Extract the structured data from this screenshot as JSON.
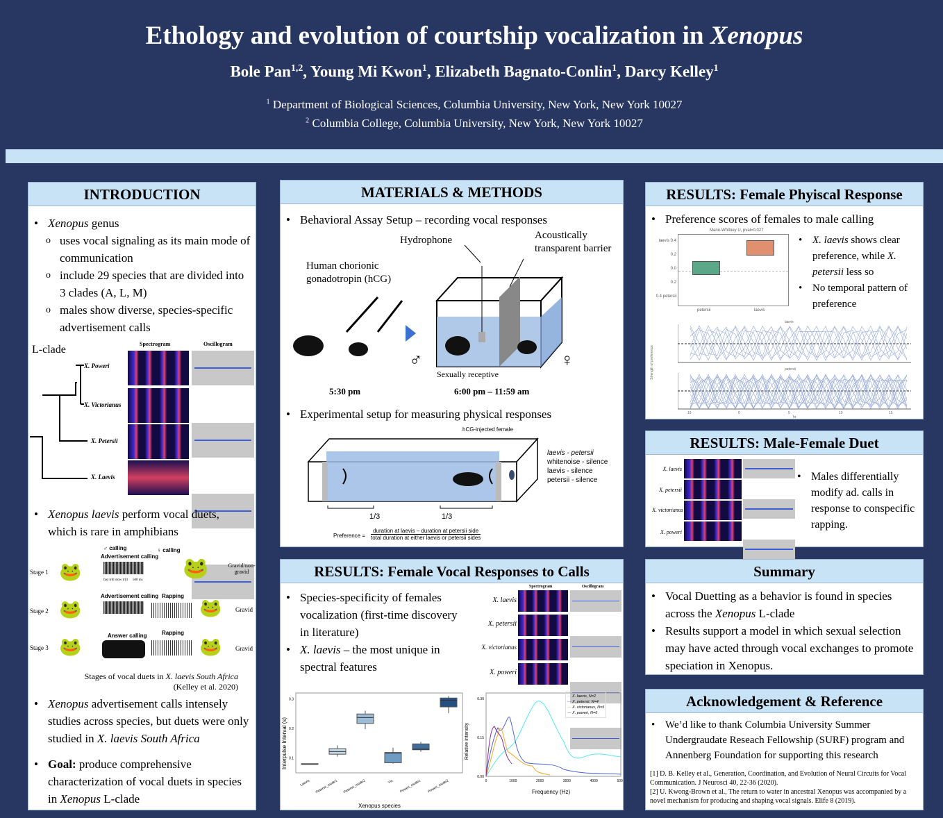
{
  "header": {
    "title_prefix": "Ethology and evolution of courtship vocalization in ",
    "title_italic": "Xenopus",
    "authors": [
      {
        "name": "Bole Pan",
        "sup": "1,2"
      },
      {
        "name": "Young Mi Kwon",
        "sup": "1"
      },
      {
        "name": "Elizabeth Bagnato-Conlin",
        "sup": "1"
      },
      {
        "name": "Darcy Kelley",
        "sup": "1"
      }
    ],
    "affiliations": [
      {
        "sup": "1",
        "text": "Department of Biological Sciences, Columbia University, New York, New York 10027"
      },
      {
        "sup": "2",
        "text": "Columbia College, Columbia University, New York, New York 10027"
      }
    ]
  },
  "intro": {
    "title": "INTRODUCTION",
    "b1_italic": "Xenopus",
    "b1_rest": " genus",
    "sub": [
      "uses vocal signaling as its main mode of communication",
      "include 29 species that are divided into 3 clades (A, L, M)",
      "males show diverse, species-specific advertisement calls"
    ],
    "fig1": {
      "clade": "L-clade",
      "col1": "Spectrogram",
      "col2": "Oscillogram",
      "species": [
        "X. Poweri",
        "X. Victorianus",
        "X. Petersii",
        "X. Laevis"
      ]
    },
    "b2_italic": "Xenopus laevis",
    "b2_rest": " perform vocal duets, which is rare in amphibians",
    "fig2": {
      "male_calling": "♂ calling",
      "female_calling": "♀ calling",
      "stages": [
        "Stage 1",
        "Stage 2",
        "Stage 3"
      ],
      "male_calls": [
        "Advertisement calling",
        "Advertisement calling",
        "Answer calling"
      ],
      "female_calls": [
        "",
        "Rapping",
        "Rapping"
      ],
      "female_state": [
        "Gravid/non-gravid",
        "Gravid",
        "Gravid"
      ],
      "trill_label": "fast trill  slow trill",
      "scale": "500 ms",
      "caption_prefix": "Stages of vocal duets in ",
      "caption_italic": "X. laevis South Africa",
      "caption_cite": "(Kelley et al. 2020)"
    },
    "b3_italic": "Xenopus",
    "b3_mid": " advertisement calls intensely studies across species, but duets were only studied in ",
    "b3_italic2": "X. laevis South Africa",
    "b4_bold": "Goal:",
    "b4_mid": " produce comprehensive characterization of vocal duets in species in ",
    "b4_italic": "Xenopus",
    "b4_end": " L-clade"
  },
  "methods": {
    "title": "MATERIALS & METHODS",
    "b1": "Behavioral Assay Setup – recording vocal responses",
    "fig1": {
      "hydrophone": "Hydrophone",
      "barrier": "Acoustically transparent barrier",
      "hcg": "Human chorionic gonadotropin (hCG)",
      "time1": "5:30 pm",
      "time2": "6:00 pm – 11:59 am",
      "receptive": "Sexually receptive",
      "male": "♂",
      "female": "♀"
    },
    "b2": "Experimental setup for measuring physical responses",
    "fig2": {
      "hcg_female": "hCG-injected female",
      "third": "1/3",
      "conditions": [
        [
          "laevis - petersii",
          true
        ],
        [
          "whitenoise - silence",
          false
        ],
        [
          "laevis - silence",
          false
        ],
        [
          "petersii - silence",
          false
        ]
      ],
      "pref_label": "Preference =",
      "numerator": "duration at laevis – duration at petersii side",
      "denominator": "total duration at either laevis or petersii sides"
    }
  },
  "vocal": {
    "title": "RESULTS: Female Vocal Responses to Calls",
    "b1": "Species-specificity of females vocalization (first-time discovery in literature)",
    "b2_italic": "X. laevis",
    "b2_rest": " – the most unique in spectral features",
    "grid": {
      "col1": "Spectrogram",
      "col2": "Oscillogram",
      "species": [
        "X. laevis",
        "X. petersii",
        "X. victorianus",
        "X. poweri"
      ]
    },
    "box": {
      "ylabel": "Interpulse Interval (s)",
      "xlabel": "Xenopus species",
      "yticks": [
        "0.1",
        "0.2",
        "0.3"
      ],
      "ylim": [
        0.05,
        0.32
      ],
      "groups": [
        {
          "name": "Laevis",
          "q1": 0.08,
          "med": 0.08,
          "q3": 0.081,
          "lo": 0.08,
          "hi": 0.081,
          "color": "#5b7d95"
        },
        {
          "name": "Petersii_mode1",
          "q1": 0.113,
          "med": 0.122,
          "q3": 0.132,
          "lo": 0.105,
          "hi": 0.143,
          "color": "#c5d6e6"
        },
        {
          "name": "Petersii_mode2",
          "q1": 0.217,
          "med": 0.237,
          "q3": 0.249,
          "lo": 0.198,
          "hi": 0.26,
          "color": "#9dbdd6"
        },
        {
          "name": "Vic",
          "q1": 0.084,
          "med": 0.117,
          "q3": 0.119,
          "lo": 0.081,
          "hi": 0.135,
          "color": "#6e9cc2"
        },
        {
          "name": "Poweri_mode1",
          "q1": 0.128,
          "med": 0.13,
          "q3": 0.148,
          "lo": 0.121,
          "hi": 0.155,
          "color": "#3e6c9c"
        },
        {
          "name": "Poweri_mode2",
          "q1": 0.273,
          "med": 0.295,
          "q3": 0.303,
          "lo": 0.252,
          "hi": 0.31,
          "color": "#244f80"
        }
      ]
    },
    "spectrum": {
      "ylabel": "Relative Intensity",
      "xlabel": "Frequency (Hz)",
      "yticks": [
        "0.00",
        "0.15",
        "0.30"
      ],
      "xticks": [
        "0",
        "1000",
        "2000",
        "3000",
        "4000",
        "5000"
      ],
      "series": [
        {
          "name": "X. laevis, N=2",
          "color": "#4fe8f0"
        },
        {
          "name": "X. petersii, N=4",
          "color": "#4b62d8"
        },
        {
          "name": "X. victorianus, N=5",
          "color": "#f5a623"
        },
        {
          "name": "X. poweri, N=6",
          "color": "#8e2a92"
        }
      ]
    }
  },
  "physical": {
    "title": "RESULTS: Female Phyiscal Response",
    "b1": "Preference scores of females to male calling",
    "b2_italic": "X. laevis",
    "b2_mid": " shows clear preference, while ",
    "b2_italic2": "X. petersii",
    "b2_end": " less so",
    "b3": "No temporal pattern of preference",
    "plot": {
      "stat": "Mann-Whitney U, pval=0.027",
      "ylabel": "Strength of preference",
      "yticks": [
        "laevis 0.4",
        "0.2",
        "0.0",
        "0.2",
        "0.4 petersii"
      ],
      "xcats": [
        "petersii",
        "laevis"
      ],
      "panel1": "laevis",
      "panel2": "petersii",
      "xlabel": "hr",
      "xticks": [
        "19",
        "0",
        "5",
        "10",
        "15"
      ]
    }
  },
  "duet": {
    "title": "RESULTS: Male-Female Duet",
    "species": [
      "X. laevis",
      "X. petersii",
      "X. victorianus",
      "X. poweri"
    ],
    "text": "Males differentially modify ad. calls in response to conspecific rapping."
  },
  "summary": {
    "title": "Summary",
    "b1_pre": "Vocal Duetting as a behavior is found in species across the ",
    "b1_italic": "Xenopus",
    "b1_end": " L-clade",
    "b2": "Results support a model in which sexual selection may have acted through vocal exchanges to promote speciation in Xenopus."
  },
  "ack": {
    "title": "Acknowledgement & Reference",
    "b1": "We’d like to thank Columbia University Summer Undergraudate Reseach Fellowship (SURF) program and Annenberg Foundation for supporting this research",
    "refs": [
      "[1] D. B. Kelley et al., Generation, Coordination, and Evolution of Neural Circuits for Vocal Communication. J Neurosci 40, 22-36 (2020).",
      "[2] U. Kwong-Brown et al., The return to water in ancestral Xenopus was accompanied by a novel mechanism for producing and shaping vocal signals. Elife 8 (2019)."
    ]
  }
}
